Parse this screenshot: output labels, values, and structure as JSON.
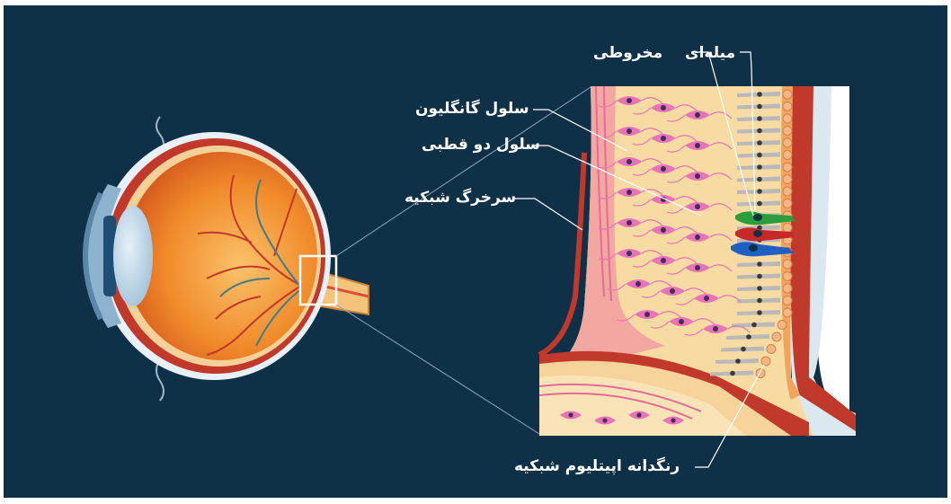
{
  "labels": {
    "rod": "میله‌ای",
    "cone": "مخروطی",
    "ganglion": "سلول گانگلیون",
    "bipolar": "سلول دو قطبی",
    "artery": "سرخرگ شبکیه",
    "rpe": "رنگدانه اپیتلیوم شبکیه"
  },
  "colors": {
    "background": "#0f3148",
    "ganglion_cell": "#e873b8",
    "cone_green": "#2a9d3c",
    "cone_red": "#c8282a",
    "cone_blue": "#1f5fc4",
    "tissue": "#f7dba3",
    "sclera": "#b8302a"
  }
}
